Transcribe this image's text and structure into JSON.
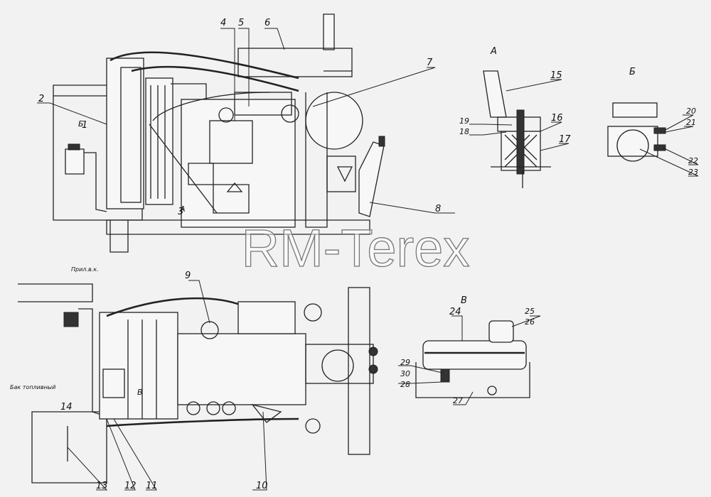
{
  "title": "RM-Terex",
  "views": {
    "a": "А",
    "b": "Б",
    "v": "В"
  },
  "notes": {
    "pipe_label": "Прил.в.к.",
    "tank_label": "Бак топливный",
    "mark_b": "Б",
    "mark_a": "А",
    "mark_v": "В"
  },
  "callouts": [
    "1",
    "2",
    "3",
    "4",
    "5",
    "6",
    "7",
    "8",
    "9",
    "10",
    "11",
    "12",
    "13",
    "14",
    "15",
    "16",
    "17",
    "18",
    "19",
    "20",
    "21",
    "22",
    "23",
    "24",
    "25",
    "26",
    "27",
    "28",
    "29",
    "30"
  ],
  "colors": {
    "background": "#f2f2f2",
    "ink": "#222222",
    "watermark_stroke": "#777777"
  }
}
